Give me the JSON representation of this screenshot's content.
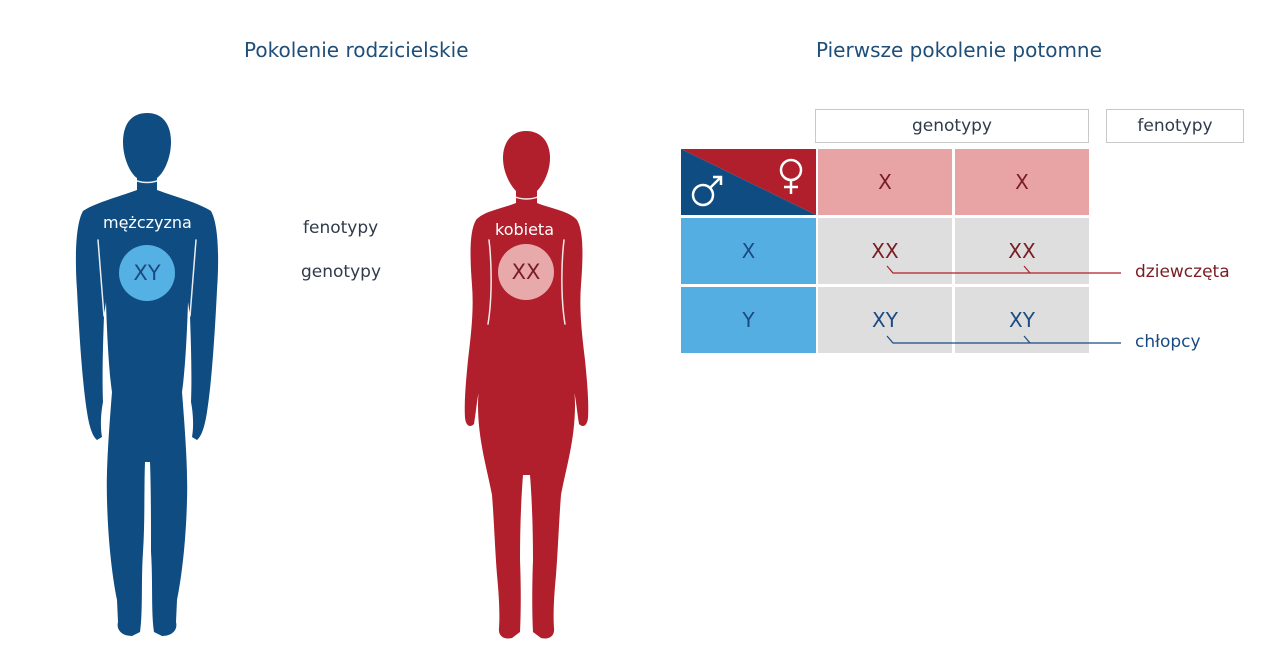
{
  "parental": {
    "title": "Pokolenie rodzicielskie",
    "male": {
      "phenotype": "mężczyzna",
      "genotype": "XY"
    },
    "female": {
      "phenotype": "kobieta",
      "genotype": "XX"
    },
    "row_labels": {
      "phenotype": "fenotypy",
      "genotype": "genotypy"
    }
  },
  "offspring": {
    "title": "Pierwsze pokolenie potomne",
    "headers": {
      "genotypes": "genotypy",
      "phenotypes": "fenotypy"
    },
    "female_gametes": [
      "X",
      "X"
    ],
    "male_gametes": [
      "X",
      "Y"
    ],
    "results": [
      [
        "XX",
        "XX"
      ],
      [
        "XY",
        "XY"
      ]
    ],
    "phenotype_labels": {
      "girls": "dziewczęta",
      "boys": "chłopcy"
    },
    "colors": {
      "male_dark": "#0f4c81",
      "female_dark": "#b01f2b",
      "male_light": "#55aee2",
      "female_light": "#e8a3a5",
      "result_bg": "#dedede"
    }
  }
}
